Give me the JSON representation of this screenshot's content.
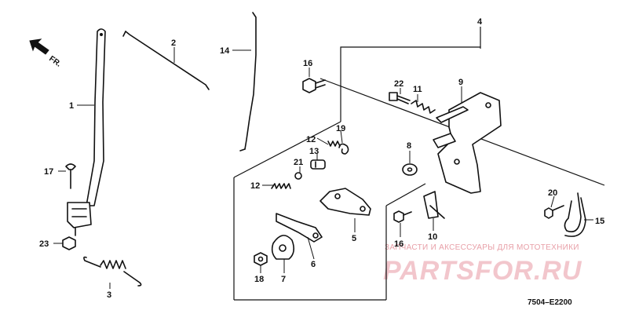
{
  "direction": {
    "label": "FR."
  },
  "callouts": [
    "1",
    "2",
    "3",
    "4",
    "5",
    "6",
    "7",
    "8",
    "9",
    "10",
    "11",
    "12",
    "12",
    "13",
    "14",
    "15",
    "16",
    "16",
    "17",
    "18",
    "19",
    "20",
    "21",
    "22",
    "23"
  ],
  "diagram_code": "7504–E2200",
  "watermark": {
    "tagline": "ЗАПЧАСТИ И АКСЕССУАРЫ ДЛЯ МОТОТЕХНИКИ",
    "brand": "PARTSFOR.RU"
  },
  "colors": {
    "line": "#111111",
    "watermark": "#f2c6cc",
    "background": "#ffffff"
  }
}
